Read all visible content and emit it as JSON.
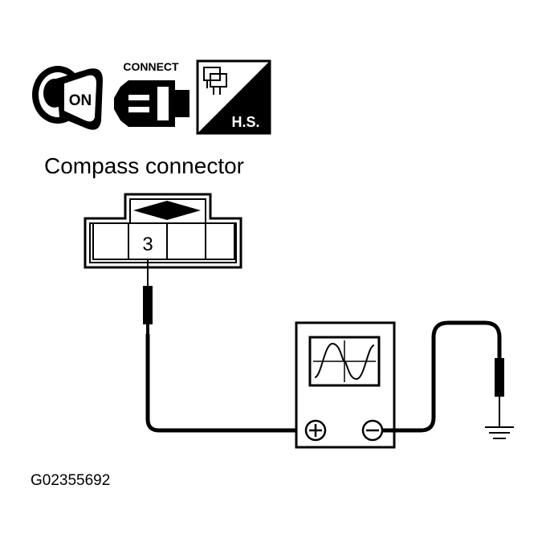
{
  "icons": {
    "ignition_label": "ON",
    "connect_label": "CONNECT",
    "harness_label": "H.S."
  },
  "connector": {
    "title": "Compass connector",
    "pin_label": "3"
  },
  "meter": {
    "plus_symbol": "+",
    "minus_symbol": "−"
  },
  "figure_id": "G02355692"
}
